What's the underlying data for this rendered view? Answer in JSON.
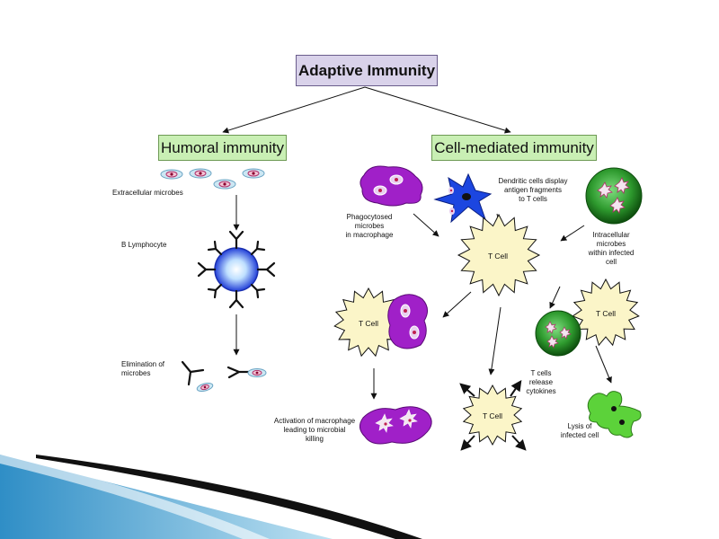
{
  "title": "Adaptive Immunity",
  "branches": {
    "humoral": "Humoral immunity",
    "cell_mediated": "Cell-mediated immunity"
  },
  "humoral_labels": {
    "extracellular": "Extracellular microbes",
    "b_lymphocyte": "B Lymphocyte",
    "elimination_1": "Elimination of",
    "elimination_2": "microbes"
  },
  "cell_labels": {
    "phago_1": "Phagocytosed",
    "phago_2": "microbes",
    "phago_3": "in macrophage",
    "dendritic_1": "Dendritic cells display",
    "dendritic_2": "antigen fragments",
    "dendritic_3": "to T cells",
    "intra_1": "Intracellular",
    "intra_2": "microbes",
    "intra_3": "within infected",
    "intra_4": "cell",
    "activation_1": "Activation of macrophage",
    "activation_2": "leading to microbial",
    "activation_3": "killing",
    "tcells_1": "T cells",
    "tcells_2": "release",
    "tcells_3": "cytokines",
    "lysis_1": "Lysis of",
    "lysis_2": "infected cell"
  },
  "t_cell_label": "T Cell",
  "colors": {
    "title_fill": "#d9d2ea",
    "branch_fill": "#c9efb4",
    "macrophage": "#a020c8",
    "dendritic": "#1c46e0",
    "infected_cell": "#1f7a1f",
    "t_cell_fill": "#fbf5c8",
    "lysed_cell": "#5cd23a",
    "b_cell": "#3a5fe0",
    "footer_blue": "#5fb0d8",
    "footer_dark": "#111111"
  }
}
